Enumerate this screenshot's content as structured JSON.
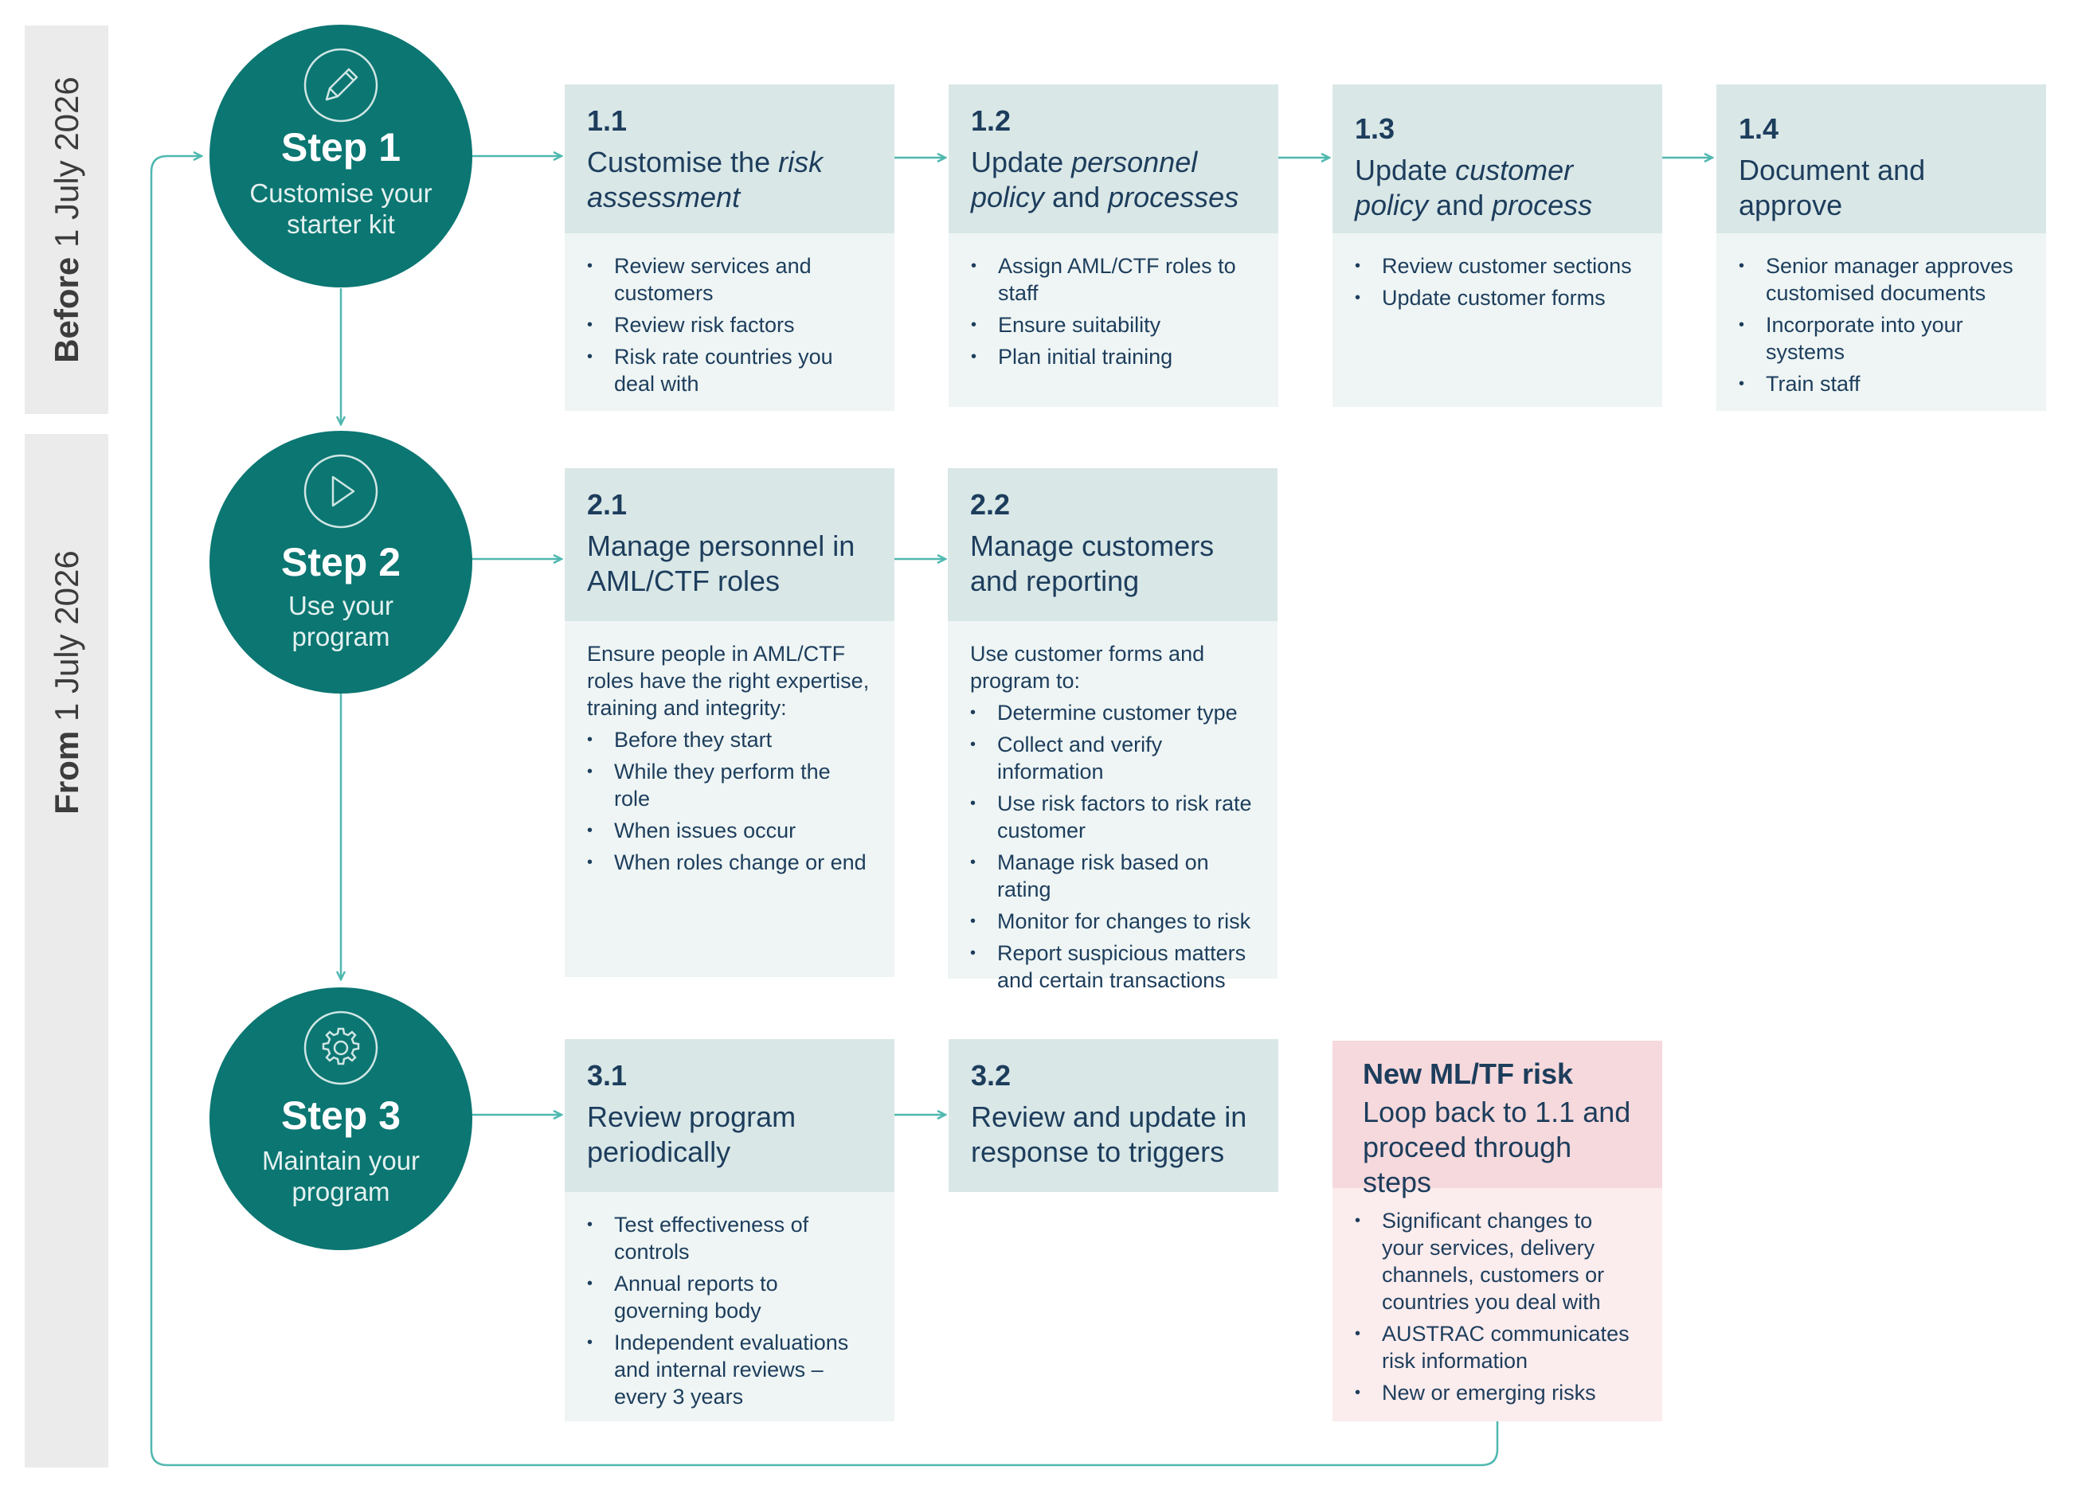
{
  "bands": {
    "before": {
      "bold": "Before",
      "rest": " 1 July 2026"
    },
    "from": {
      "bold": "From",
      "rest": " 1 July 2026"
    }
  },
  "icons": {
    "step1": "pencil-icon",
    "step2": "play-icon",
    "step3": "gear-icon"
  },
  "colors": {
    "teal": "#0b7672",
    "arrow": "#4fb8b0",
    "card_head": "#d9e7e7",
    "card_body": "#eef5f4",
    "alert_head": "#f5d9dc",
    "alert_body": "#fbeced",
    "text": "#1d3d5c"
  },
  "steps": [
    {
      "title": "Step 1",
      "subtitle": "Customise your starter kit"
    },
    {
      "title": "Step 2",
      "subtitle": "Use your program"
    },
    {
      "title": "Step 3",
      "subtitle": "Maintain your program"
    }
  ],
  "cards": {
    "c11": {
      "num": "1.1",
      "title_pre": "Customise the ",
      "title_em": "risk assessment",
      "title_post": "",
      "items": [
        "Review services and customers",
        "Review risk factors",
        "Risk rate countries you deal with"
      ]
    },
    "c12": {
      "num": "1.2",
      "title_pre": "Update ",
      "title_em": "personnel policy",
      "title_mid": " and ",
      "title_em2": "processes",
      "items": [
        "Assign AML/CTF roles to staff",
        "Ensure suitability",
        "Plan initial training"
      ]
    },
    "c13": {
      "num": "1.3",
      "title_pre": "Update ",
      "title_em": "customer policy",
      "title_mid": " and ",
      "title_em2": "process",
      "items": [
        "Review customer sections",
        "Update customer forms"
      ]
    },
    "c14": {
      "num": "1.4",
      "title": "Document and approve",
      "items": [
        "Senior manager approves customised documents",
        "Incorporate into your systems",
        "Train staff"
      ]
    },
    "c21": {
      "num": "2.1",
      "title": "Manage personnel in AML/CTF roles",
      "intro": "Ensure people in AML/CTF roles have the right expertise, training and integrity:",
      "items": [
        "Before they start",
        "While they perform the role",
        "When issues occur",
        "When roles change or end"
      ]
    },
    "c22": {
      "num": "2.2",
      "title": "Manage customers and reporting",
      "intro": "Use customer forms and program to:",
      "items": [
        "Determine customer type",
        "Collect and verify information",
        "Use risk factors to risk rate customer",
        "Manage risk based on rating",
        "Monitor for changes to risk",
        "Report suspicious matters and certain transactions"
      ]
    },
    "c31": {
      "num": "3.1",
      "title": "Review program periodically",
      "items": [
        "Test effectiveness of controls",
        "Annual reports to governing body",
        "Independent evaluations and internal reviews – every 3 years"
      ]
    },
    "c32": {
      "num": "3.2",
      "title": "Review and update in response to triggers"
    },
    "risk": {
      "num": "New ML/TF risk",
      "title": "Loop back to 1.1 and proceed through steps",
      "items": [
        "Significant changes to your services, delivery channels, customers or countries you deal with",
        "AUSTRAC communicates risk information",
        "New or emerging risks"
      ]
    }
  }
}
